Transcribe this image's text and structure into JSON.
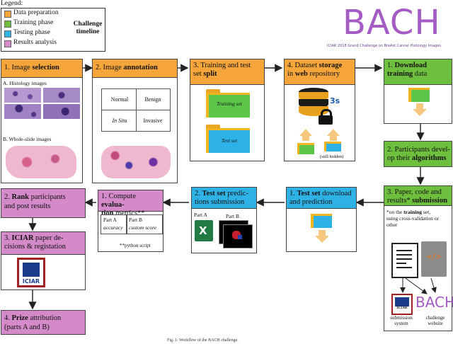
{
  "legend": {
    "title": "Legend:",
    "items": [
      {
        "label": "Data preparation",
        "color": "#f5a53a"
      },
      {
        "label": "Training phase",
        "color": "#6fbf3f"
      },
      {
        "label": "Testing phase",
        "color": "#2eb2e6"
      },
      {
        "label": "Results analysis",
        "color": "#d48ac9"
      }
    ],
    "timeline_line1": "Challenge",
    "timeline_line2": "timeline"
  },
  "logo": {
    "title": "BACH",
    "subtitle": "ICIAR 2018 Grand Challenge on BreAst Cancer Histology Images"
  },
  "steps": {
    "s1": {
      "pre": "1. Image ",
      "bold": "selection",
      "a_label": "A. Histology images",
      "b_label": "B. Whole-slide images"
    },
    "s2": {
      "pre": "2. Image ",
      "bold": "annotation",
      "cells": [
        "Normal",
        "Benign",
        "In Situ",
        "Invasive"
      ]
    },
    "s3": {
      "line1": "3. Training and test",
      "line2_pre": "set ",
      "line2_bold": "split",
      "folder1": "Training set",
      "folder2": "Test set"
    },
    "s4": {
      "line1_pre": "4. Dataset ",
      "line1_bold": "storage",
      "line2_pre": "in ",
      "line2_bold": "web",
      "line2_post": " repository",
      "tag": "3s",
      "note": "(still hidden)"
    },
    "s5": {
      "line1_pre": "1. ",
      "line1_bold": "Download",
      "line2_bold": "training",
      "line2_post": " data"
    },
    "s6": {
      "line1": "2. Participants devel-",
      "line2_pre": "op their ",
      "line2_bold": "algorithms"
    },
    "s7": {
      "line1": "3. Paper, code and",
      "line2_pre": "results* ",
      "line2_bold": "submission",
      "note_pre": "*on the ",
      "note_bold": "training",
      "note_post": " set,",
      "note2": "using cross-validation or",
      "note3": "other",
      "code_glyph": "</>",
      "bach": "BACH",
      "iciar": "ICIAR",
      "cap1a": "submission",
      "cap1b": "system",
      "cap2a": "challenge",
      "cap2b": "website"
    },
    "s8": {
      "line1_pre": "1. ",
      "line1_bold": "Test set",
      "line1_post": " download",
      "line2": "and prediction"
    },
    "s9": {
      "line1_pre": "2. ",
      "line1_bold": "Test set",
      "line1_post": " predic-",
      "line2": "tions submission",
      "part_a": "Part A",
      "part_b": "Part B"
    },
    "s10": {
      "line1_pre": "1. Compute ",
      "line1_bold": "evalua-",
      "line2_bold": "tion",
      "line2_post": " metrics**",
      "a_title": "Part A",
      "a_val": "accuracy",
      "b_title": "Part B",
      "b_val": "custom score",
      "note": "**python script"
    },
    "s11": {
      "line1_pre": "2. ",
      "line1_bold": "Rank",
      "line1_post": " participants",
      "line2": "and post results"
    },
    "s12": {
      "line1_pre": "3. ",
      "line1_bold": "ICIAR",
      "line1_post": " paper de-",
      "line2": "cisions & registation",
      "logo_text": "ICIAR"
    },
    "s13": {
      "line1_pre": "4. ",
      "line1_bold": "Prize",
      "line1_post": " attribution",
      "line2": "(parts A and B)"
    }
  },
  "caption": "Fig. 1: Workflow of the BACH challenge."
}
